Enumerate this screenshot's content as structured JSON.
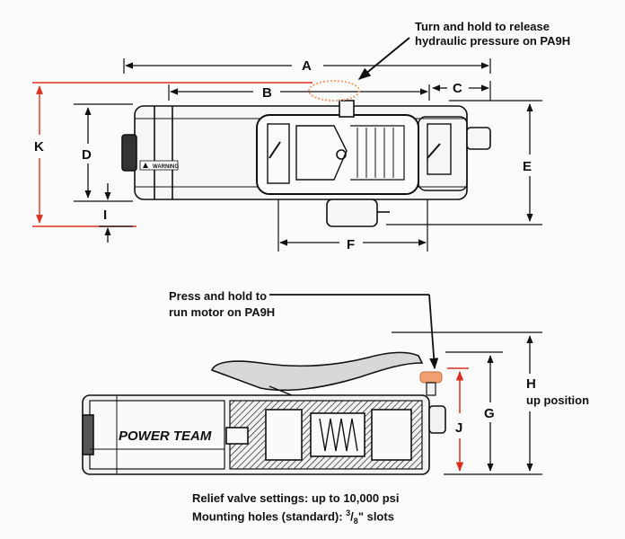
{
  "callouts": {
    "release_line1": "Turn and hold to release",
    "release_line2": "hydraulic pressure on PA9H",
    "motor_line1": "Press and hold to",
    "motor_line2": "run motor on PA9H"
  },
  "dimensions": {
    "A": "A",
    "B": "B",
    "C": "C",
    "D": "D",
    "E": "E",
    "F": "F",
    "G": "G",
    "H": "H",
    "H_sub": "up position",
    "I": "I",
    "J": "J",
    "K": "K"
  },
  "labels": {
    "warning": "WARNING",
    "brand": "POWER TEAM"
  },
  "notes": {
    "relief": "Relief valve settings: up to 10,000 psi",
    "mount_prefix": "Mounting holes (standard): ",
    "mount_num": "3",
    "mount_den": "8",
    "mount_suffix": "\" slots"
  },
  "colors": {
    "highlight": "#e0301e",
    "valve": "#f0a070",
    "ink": "#111111"
  }
}
